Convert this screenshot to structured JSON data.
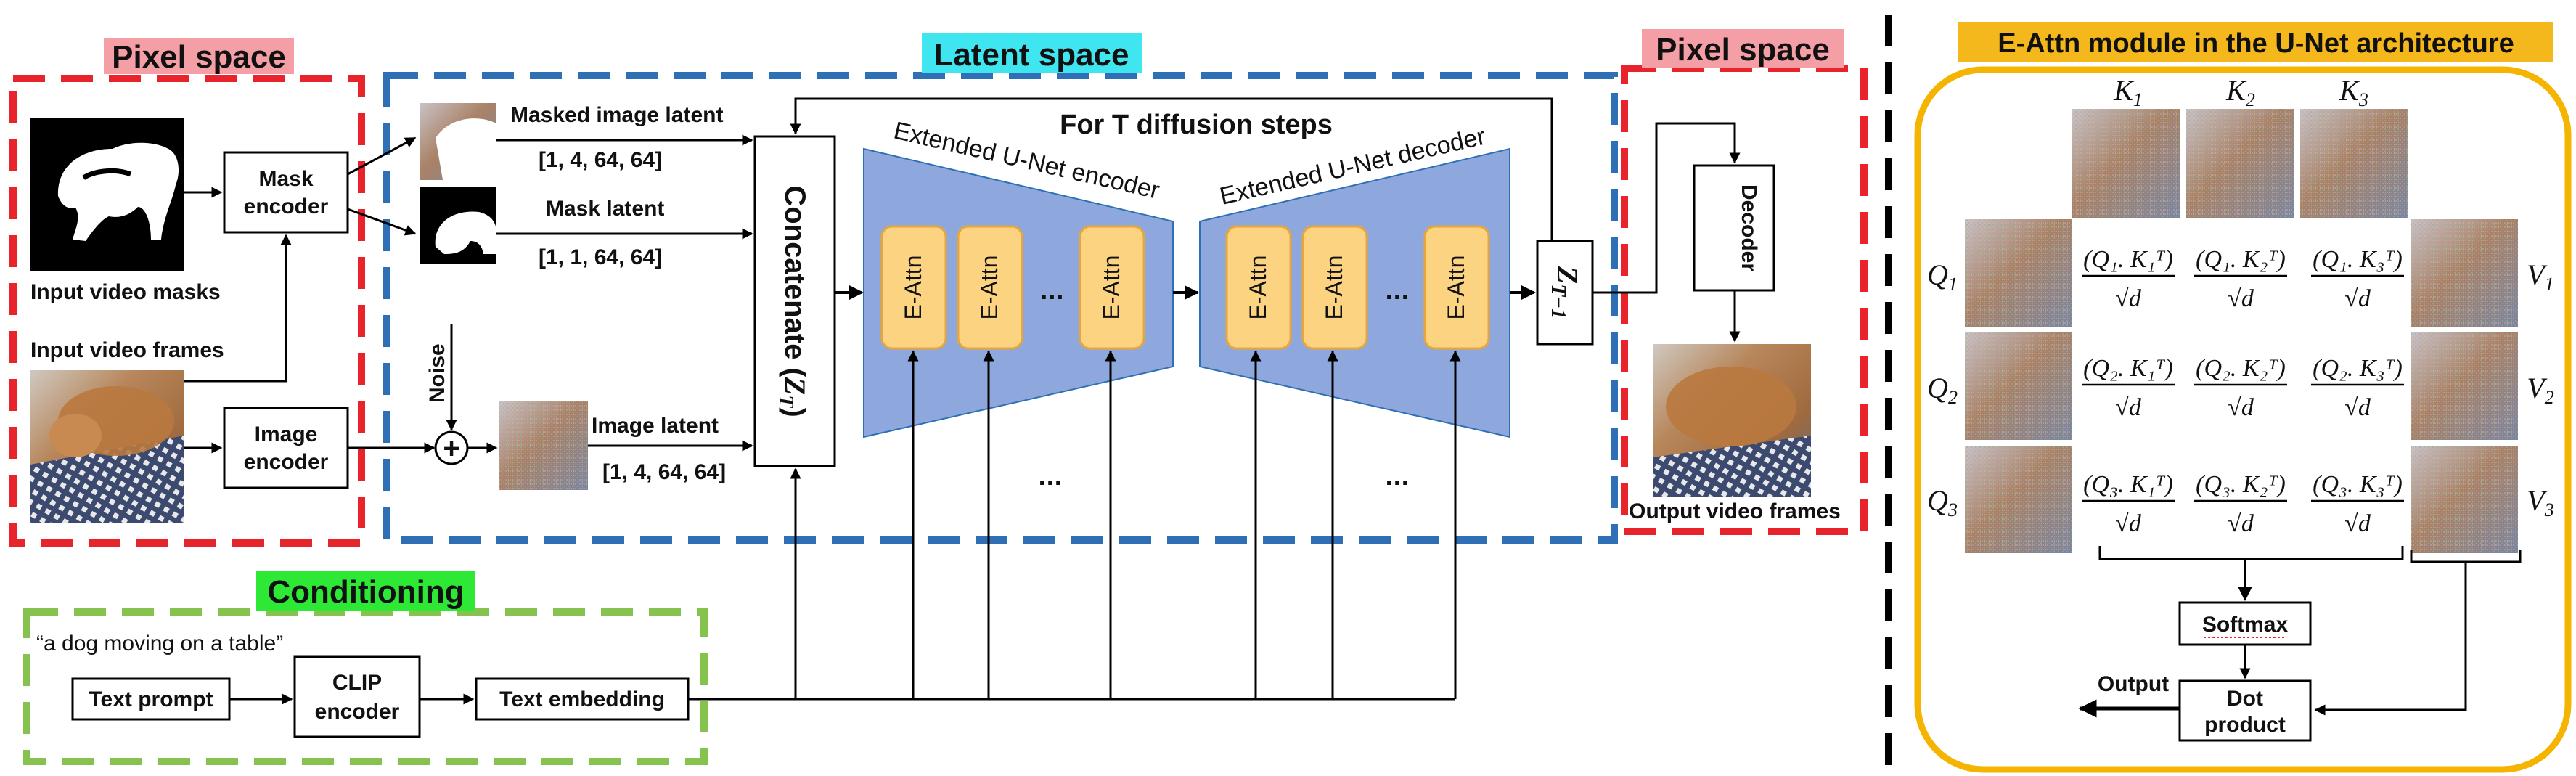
{
  "colors": {
    "pixel_red": "#e8232b",
    "latent_blue": "#2e6fb5",
    "cond_green": "#86c34e",
    "pixel_label_bg": "#f49ea5",
    "latent_label_bg": "#3fe6ef",
    "cond_label_bg": "#2ee836",
    "eattn_label_bg": "#f5b81c",
    "unet_fill": "#8ea8dd",
    "eattn_block_fill": "#fcd481",
    "eattn_block_stroke": "#e9a638",
    "frame_orange": "#f5b400",
    "divider": "#000000"
  },
  "regions": {
    "pixel_space_input": "Pixel space",
    "latent_space": "Latent space",
    "pixel_space_output": "Pixel space",
    "conditioning": "Conditioning",
    "eattn_module": "E-Attn module in the U-Net architecture"
  },
  "inputs": {
    "video_masks_label": "Input video masks",
    "video_frames_label": "Input video frames",
    "mask_encoder_line1": "Mask",
    "mask_encoder_line2": "encoder",
    "image_encoder_line1": "Image",
    "image_encoder_line2": "encoder",
    "noise_label": "Noise",
    "plus_symbol": "+"
  },
  "latents": {
    "masked_image_label": "Masked image latent",
    "masked_image_shape": "[1, 4, 64, 64]",
    "mask_label": "Mask latent",
    "mask_shape": "[1, 1, 64, 64]",
    "image_label": "Image latent",
    "image_shape": "[1, 4, 64, 64]"
  },
  "concat": {
    "label": "Concatenate (",
    "var_main": "Z",
    "var_sub": "T",
    "close": ")"
  },
  "unet": {
    "steps_label": "For T diffusion steps",
    "encoder_label": "Extended U-Net encoder",
    "decoder_label": "Extended U-Net decoder",
    "block_label": "E-Attn",
    "ellipsis": "..."
  },
  "output": {
    "z_main": "Z",
    "z_sub": "T−1",
    "decoder_label": "Decoder",
    "frames_label": "Output video frames"
  },
  "conditioning": {
    "prompt_text": "“a dog moving on a table”",
    "text_prompt_label": "Text prompt",
    "clip_line1": "CLIP",
    "clip_line2": "encoder",
    "text_embedding_label": "Text embedding"
  },
  "eattn": {
    "k_labels": [
      "K",
      "K",
      "K"
    ],
    "k_subs": [
      "1",
      "2",
      "3"
    ],
    "q_labels": [
      "Q",
      "Q",
      "Q"
    ],
    "q_subs": [
      "1",
      "2",
      "3"
    ],
    "v_labels": [
      "V",
      "V",
      "V"
    ],
    "v_subs": [
      "1",
      "2",
      "3"
    ],
    "score_rows": [
      [
        "(Q₁. K₁ᵀ)",
        "(Q₁. K₂ᵀ)",
        "(Q₁. K₃ᵀ)"
      ],
      [
        "(Q₂. K₁ᵀ)",
        "(Q₂. K₂ᵀ)",
        "(Q₂. K₃ᵀ)"
      ],
      [
        "(Q₃. K₁ᵀ)",
        "(Q₃. K₂ᵀ)",
        "(Q₃. K₃ᵀ)"
      ]
    ],
    "denominator": "√d",
    "softmax_label": "Softmax",
    "dot_product_line1": "Dot",
    "dot_product_line2": "product",
    "output_label": "Output"
  }
}
